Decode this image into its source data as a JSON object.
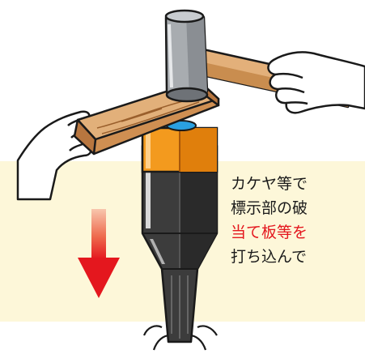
{
  "instructions": {
    "lines": [
      "カケヤ等で",
      "標示部の破",
      "当て板等を",
      "打ち込んで"
    ],
    "highlight_line_index": 2
  },
  "colors": {
    "panel_background": "#fdf7d9",
    "arrow_top": "#f6b08f",
    "arrow_bottom": "#e4171e",
    "highlight_text": "#e4171e",
    "body_text": "#1a1a1a",
    "cap_orange": "#f39a1e",
    "stake_dark": "#3c3c3c",
    "cap_blue": "#2aa0e0",
    "board_wood": "#d9a26a",
    "hammer_head": "#a8acb0",
    "hammer_handle": "#e3b07a",
    "skin": "#ffffff"
  },
  "icons": {
    "hammer": "hammer-icon",
    "arrow": "down-arrow-icon",
    "stake": "survey-stake-icon",
    "board": "guard-board-icon"
  }
}
